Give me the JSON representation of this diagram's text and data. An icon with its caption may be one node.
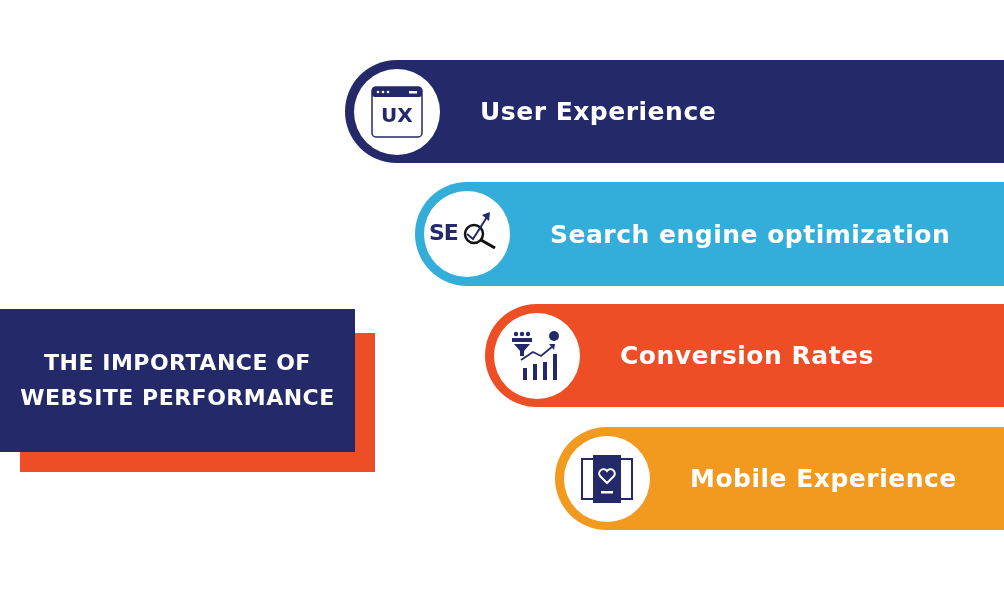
{
  "diagram": {
    "nodes": [
      {
        "text": [
          "THE IMPORTANCE OF WEBSITE PERFORMANCE"
        ]
      },
      {
        "text": [
          "User Experience"
        ]
      },
      {
        "text": [
          "Search engine optimization"
        ]
      },
      {
        "text": [
          "Conversion Rates"
        ]
      },
      {
        "text": [
          "Mobile Experience"
        ]
      }
    ],
    "labels": [
      "UX",
      "SE"
    ]
  }
}
